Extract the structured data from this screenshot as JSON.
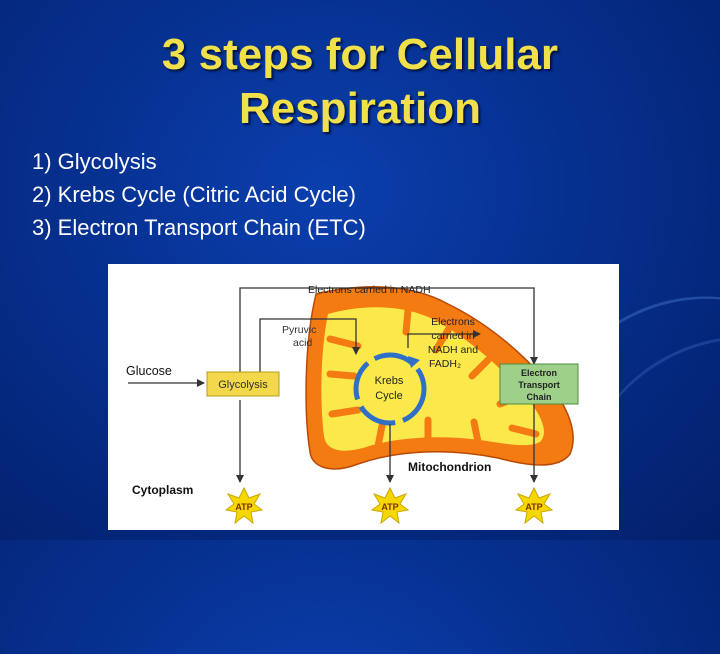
{
  "slide": {
    "title_line1": "3 steps for Cellular",
    "title_line2": "Respiration",
    "steps": [
      "1) Glycolysis",
      "2) Krebs Cycle (Citric Acid Cycle)",
      "3) Electron Transport Chain (ETC)"
    ]
  },
  "diagram": {
    "electrons_nadh_label": "Electrons carried in NADH",
    "pyruvic_acid_line1": "Pyruvic",
    "pyruvic_acid_line2": "acid",
    "electrons_nadh_fadh_line1": "Electrons",
    "electrons_nadh_fadh_line2": "carried in",
    "electrons_nadh_fadh_line3": "NADH and",
    "electrons_nadh_fadh_line4": "FADH₂",
    "glucose_label": "Glucose",
    "glycolysis_label": "Glycolysis",
    "krebs_line1": "Krebs",
    "krebs_line2": "Cycle",
    "etc_line1": "Electron",
    "etc_line2": "Transport",
    "etc_line3": "Chain",
    "mitochondrion_label": "Mitochondrion",
    "cytoplasm_label": "Cytoplasm",
    "atp_labels": [
      "ATP",
      "ATP",
      "ATP"
    ],
    "colors": {
      "slide_background": "#06308f",
      "title": "#f1e04a",
      "mitochondrion_outer": "#f47a12",
      "mitochondrion_inner": "#fbe94c",
      "glycolysis_box": "#f2d84a",
      "etc_box": "#9fd08a",
      "krebs_cycle": "#2f6fc8",
      "atp_burst": "#f6d700"
    }
  }
}
